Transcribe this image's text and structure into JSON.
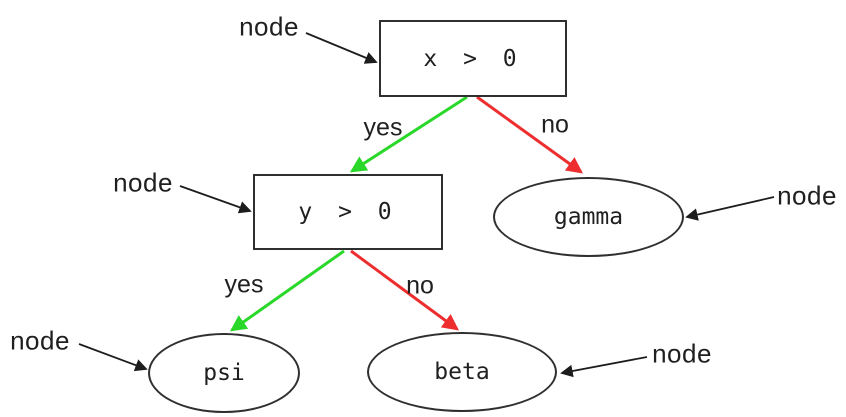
{
  "colors": {
    "background": "#ffffff",
    "edge_yes": "#29d829",
    "edge_no": "#ee2e2e",
    "annotation": "#1d1d1d",
    "node_border": "#2f2f2f",
    "text": "#1f1f1f"
  },
  "nodes": {
    "root": {
      "label": "x > 0",
      "shape": "rectangle"
    },
    "inner": {
      "label": "y > 0",
      "shape": "rectangle"
    },
    "gamma": {
      "label": "gamma",
      "shape": "ellipse"
    },
    "psi": {
      "label": "psi",
      "shape": "ellipse"
    },
    "beta": {
      "label": "beta",
      "shape": "ellipse"
    }
  },
  "edges": {
    "root_yes": {
      "label": "yes"
    },
    "root_no": {
      "label": "no"
    },
    "inner_yes": {
      "label": "yes"
    },
    "inner_no": {
      "label": "no"
    }
  },
  "annotations": {
    "label": "node"
  }
}
